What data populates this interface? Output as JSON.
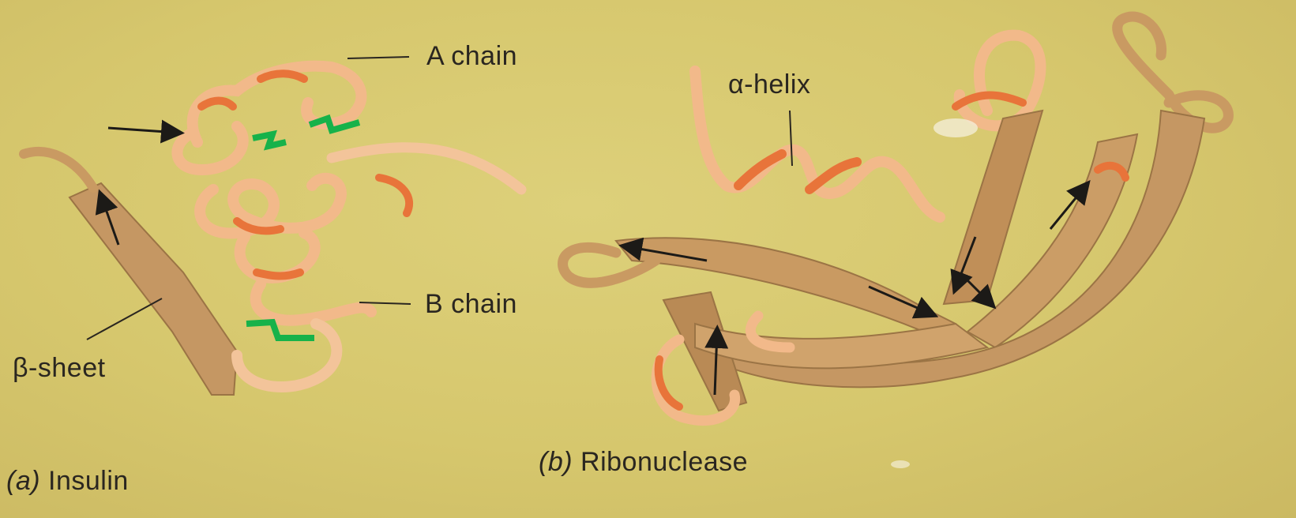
{
  "figure": {
    "labels": {
      "a_chain": "A chain",
      "b_chain": "B chain",
      "beta_sheet": "β-sheet",
      "alpha_helix": "α-helix"
    },
    "captions": {
      "a": {
        "letter": "(a)",
        "name": "Insulin"
      },
      "b": {
        "letter": "(b)",
        "name": "Ribonuclease"
      }
    }
  },
  "colors": {
    "background": "#d8c971",
    "coil": "#f2b98a",
    "helix_face": "#e8743a",
    "sheet": "#c99a62",
    "disulfide": "#17b24a",
    "arrow": "#1c1a17"
  }
}
